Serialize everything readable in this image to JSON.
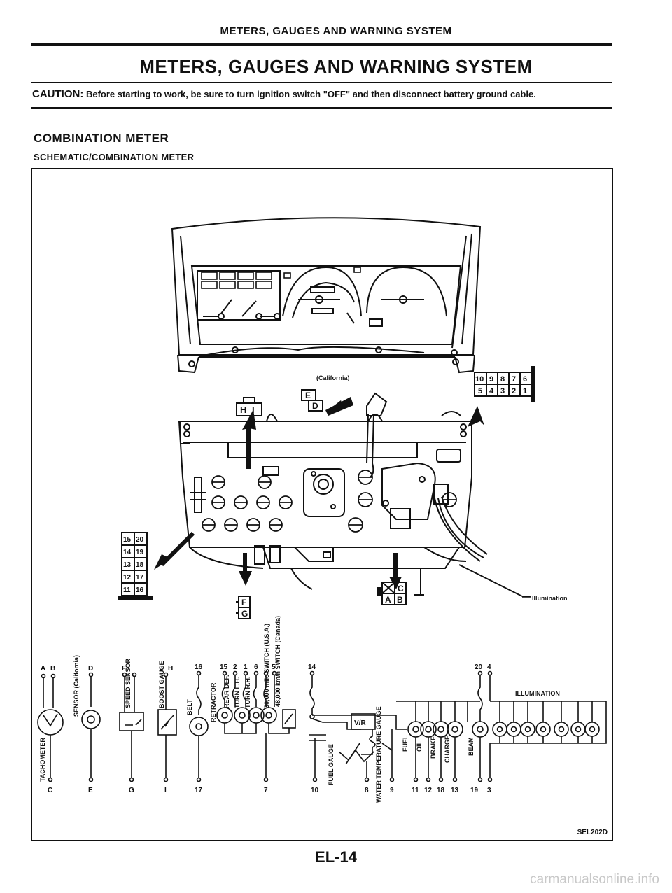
{
  "header": "METERS, GAUGES AND WARNING SYSTEM",
  "title": "METERS, GAUGES AND WARNING SYSTEM",
  "caution": {
    "label": "CAUTION:",
    "text": "Before starting to work, be sure to turn ignition switch \"OFF\" and then disconnect battery ground cable."
  },
  "section": "COMBINATION METER",
  "subsection": "SCHEMATIC/COMBINATION METER",
  "diagram": {
    "california": "(California)",
    "illumination_note": "Illumination",
    "connector_hi": [
      "H",
      "I"
    ],
    "connector_ed": [
      "E",
      "D"
    ],
    "connector_fg": [
      "F",
      "G"
    ],
    "connector_cab": [
      "C",
      "A",
      "B"
    ],
    "connector_large_top": [
      "10",
      "9",
      "8",
      "7",
      "6"
    ],
    "connector_large_bottom": [
      "5",
      "4",
      "3",
      "2",
      "1"
    ],
    "connector_left": [
      [
        "15",
        "20"
      ],
      [
        "14",
        "19"
      ],
      [
        "13",
        "18"
      ],
      [
        "12",
        "17"
      ],
      [
        "11",
        "16"
      ]
    ],
    "terminals_top": [
      "A",
      "B",
      "D",
      "F",
      "H",
      "16",
      "15",
      "2",
      "1",
      "6",
      "5",
      "14",
      "20",
      "4"
    ],
    "terminals_bottom": [
      "C",
      "E",
      "G",
      "I",
      "17",
      "7",
      "10",
      "8",
      "9",
      "11",
      "12",
      "18",
      "13",
      "19",
      "3"
    ],
    "labels": {
      "tachometer": "TACHOMETER",
      "sensor_california": "SENSOR (California)",
      "speed_sensor": "SPEED SENSOR",
      "boost_gauge": "BOOST GAUGE",
      "belt": "BELT",
      "retractor": "RETRACTOR",
      "rear_def": "REAR DEF.",
      "turn_lh": "TURN L.H.",
      "turn_rh": "TURN R.H.",
      "switch_usa": "30,000 mile SWITCH (U.S.A.)",
      "switch_canada": "48,000 km/h SWITCH (Canada)",
      "vr": "V/R",
      "fuel_gauge": "FUEL GAUGE",
      "water_temp_gauge": "WATER TEMPERATURE GAUGE",
      "fuel": "FUEL",
      "oil": "OIL",
      "brake": "BRAKE",
      "charge": "CHARGE",
      "beam": "BEAM",
      "illumination": "ILLUMINATION"
    },
    "code": "SEL202D"
  },
  "page_number": "EL-14",
  "watermark": "carmanualsonline.info"
}
